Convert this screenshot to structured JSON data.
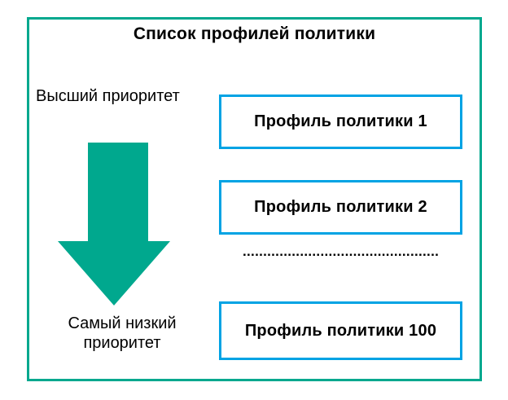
{
  "diagram": {
    "title": "Список профилей политики",
    "labels": {
      "highest_priority": "Высший приоритет",
      "lowest_priority": "Самый низкий приоритет"
    },
    "profiles": [
      {
        "label": "Профиль политики 1"
      },
      {
        "label": "Профиль политики 2"
      },
      {
        "label": "Профиль политики 100"
      }
    ],
    "ellipsis_dots": "................................................",
    "icons": {
      "priority_arrow": "down-arrow-icon"
    },
    "colors": {
      "frame_teal": "#00A88E",
      "arrow_teal": "#00A88E",
      "box_blue": "#00A3E4",
      "text": "#000000",
      "background": "#FFFFFF"
    }
  }
}
